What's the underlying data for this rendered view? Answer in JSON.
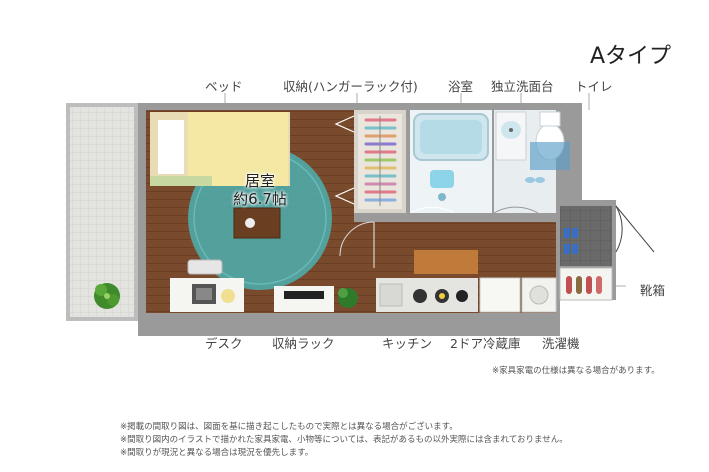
{
  "type_title": "Aタイプ",
  "top_labels": {
    "bed": "ベッド",
    "storage": "収納(ハンガーラック付)",
    "bathroom": "浴室",
    "washbasin": "独立洗面台",
    "toilet": "トイレ"
  },
  "room": {
    "name": "居室",
    "size": "約6.7帖"
  },
  "side_labels": {
    "shoe_box": "靴箱"
  },
  "bottom_labels": {
    "desk": "デスク",
    "storage_rack": "収納ラック",
    "kitchen": "キッチン",
    "fridge": "2ドア冷蔵庫",
    "washer": "洗濯機"
  },
  "notes": {
    "appliance": "※家具家電の仕様は異なる場合があります。",
    "line1": "※掲載の間取り図は、図面を基に描き起こしたもので実際とは異なる場合がございます。",
    "line2": "※間取り図内のイラストで描かれた家具家電、小物等については、表記があるもの以外実際には含まれておりません。",
    "line3": "※間取りが現況と異なる場合は現況を優先します。"
  },
  "colors": {
    "floor": "#7a4a2c",
    "wall": "#9a9a9a",
    "rug": "#4fa7a6",
    "bed": "#f4e8a4",
    "balcony": "#e4e4e0",
    "bath": "#cfe6ee",
    "entrance": "#6e6e6e"
  }
}
